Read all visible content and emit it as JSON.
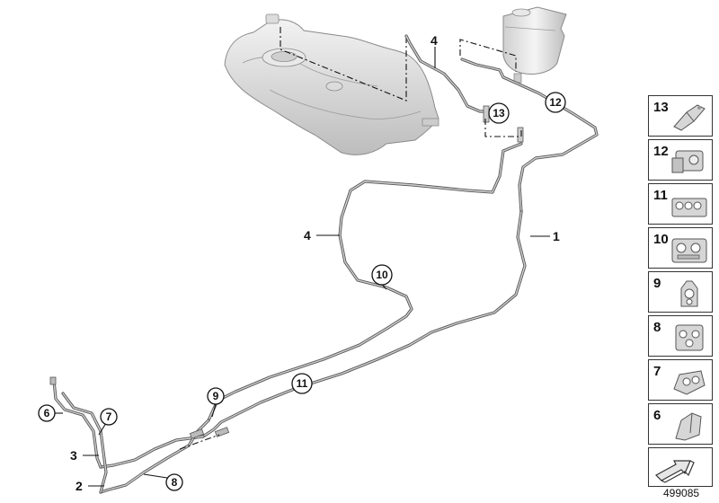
{
  "callouts": {
    "c1": "1",
    "c2": "2",
    "c3": "3",
    "c4_top": "4",
    "c4_left": "4",
    "c6": "6",
    "c7": "7",
    "c8": "8",
    "c9": "9",
    "c10": "10",
    "c11": "11",
    "c12": "12",
    "c13": "13"
  },
  "legend": [
    {
      "num": "13",
      "icon": "clip-13-icon"
    },
    {
      "num": "12",
      "icon": "clip-12-icon"
    },
    {
      "num": "11",
      "icon": "clip-11-icon"
    },
    {
      "num": "10",
      "icon": "clip-10-icon"
    },
    {
      "num": "9",
      "icon": "clip-9-icon"
    },
    {
      "num": "8",
      "icon": "clip-8-icon"
    },
    {
      "num": "7",
      "icon": "clip-7-icon"
    },
    {
      "num": "6",
      "icon": "clip-6-icon"
    }
  ],
  "doc_id": "499085",
  "colors": {
    "pipe": "#555555",
    "part_fill": "#d9d9d9",
    "line": "#111111"
  }
}
